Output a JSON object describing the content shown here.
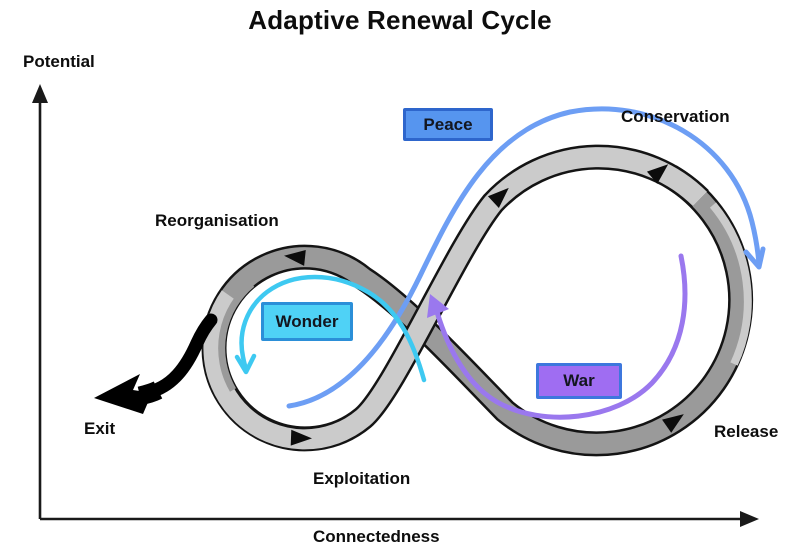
{
  "title": "Adaptive Renewal Cycle",
  "axes": {
    "y_label": "Potential",
    "x_label": "Connectedness"
  },
  "phase_labels": {
    "reorganisation": "Reorganisation",
    "conservation": "Conservation",
    "exploitation": "Exploitation",
    "release": "Release",
    "exit": "Exit"
  },
  "badges": {
    "peace": {
      "label": "Peace",
      "fill": "#5695ef",
      "border": "#2e66cc"
    },
    "wonder": {
      "label": "Wonder",
      "fill": "#4fd2f6",
      "border": "#2b8fd8"
    },
    "war": {
      "label": "War",
      "fill": "#9f6df2",
      "border": "#3d77dd"
    }
  },
  "colors": {
    "band_light": "#cbcbcb",
    "band_dark": "#9a9a9a",
    "band_outline": "#141414",
    "arrow_blue": "#6d9ef4",
    "arrow_cyan": "#3ec9f1",
    "arrow_purple": "#9a78ee",
    "exit_arrow": "#000000",
    "axis": "#1a1a1a"
  }
}
